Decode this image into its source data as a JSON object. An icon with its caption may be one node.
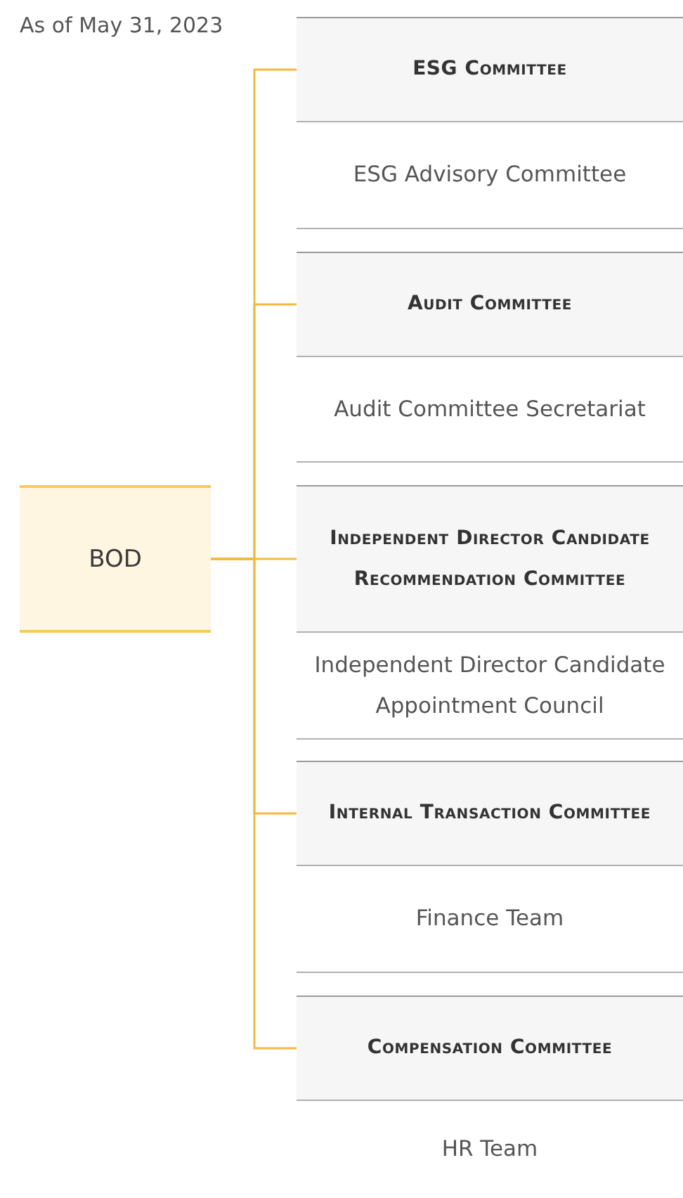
{
  "diagram": {
    "nodes": [
      {
        "text": [
          "BOD"
        ]
      },
      {
        "text": [
          "ESG Committee"
        ]
      },
      {
        "text": [
          "ESG Advisory Committee"
        ]
      },
      {
        "text": [
          "Audit Committee"
        ]
      },
      {
        "text": [
          "Audit Committee Secretariat"
        ]
      },
      {
        "text": [
          "Independent Director Candidate Recommendation Committee"
        ]
      },
      {
        "text": [
          "Independent Director Candidate Appointment Council"
        ]
      },
      {
        "text": [
          "Internal Transaction Committee"
        ]
      },
      {
        "text": [
          "Finance Team"
        ]
      },
      {
        "text": [
          "Compensation Committee"
        ]
      },
      {
        "text": [
          "HR Team"
        ]
      }
    ],
    "edges": [
      {
        "from": 0,
        "to": 1,
        "arrow": "none"
      },
      {
        "from": 0,
        "to": 3,
        "arrow": "none"
      },
      {
        "from": 0,
        "to": 5,
        "arrow": "none"
      },
      {
        "from": 0,
        "to": 7,
        "arrow": "none"
      },
      {
        "from": 0,
        "to": 9,
        "arrow": "none"
      }
    ],
    "labels": [
      "As of May 31, 2023"
    ]
  }
}
